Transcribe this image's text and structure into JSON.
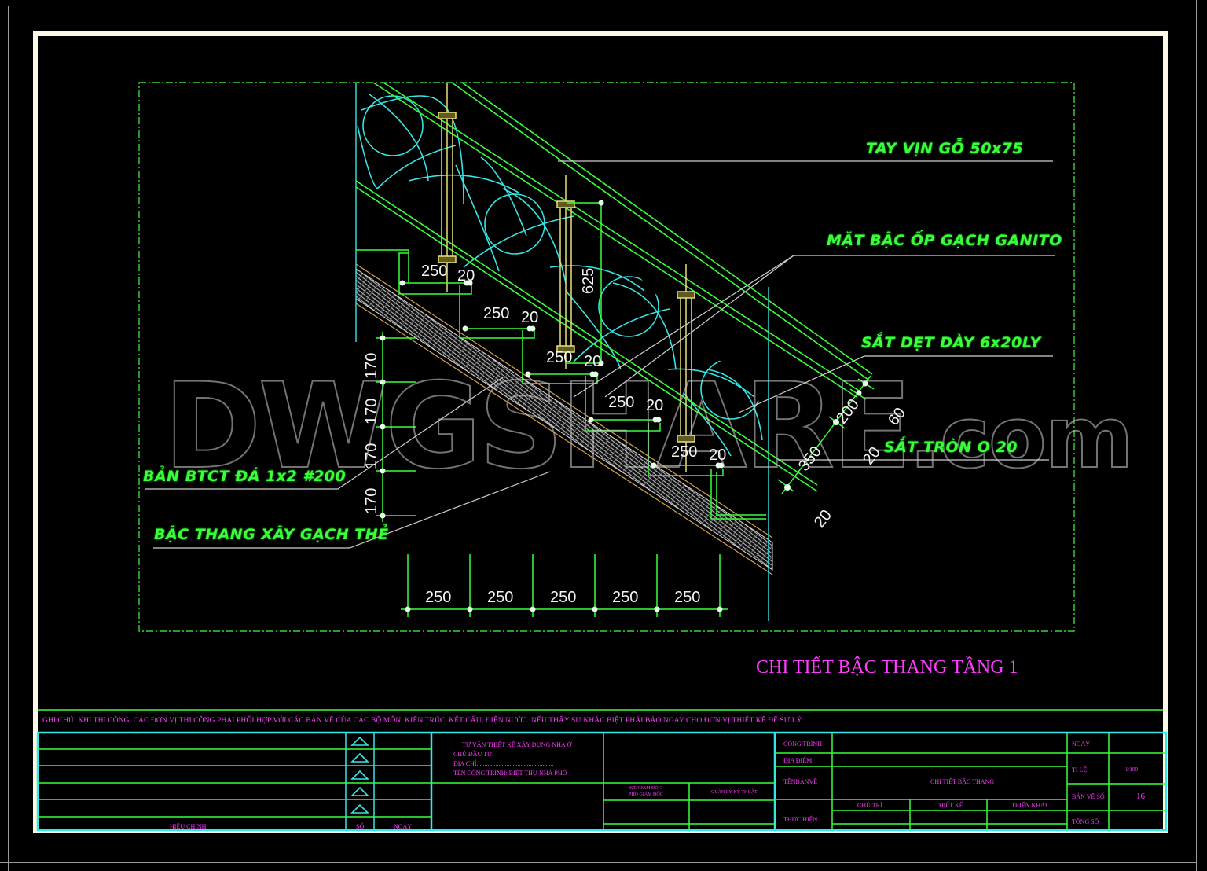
{
  "drawing": {
    "title": "CHI TIẾT BẬC THANG TẦNG 1",
    "watermark_main": "DWGSHARE",
    "watermark_suffix": ".com",
    "colors": {
      "background": "#000000",
      "frame": "#fdf8e6",
      "label_green": "#39ff3a",
      "magenta_text": "#ff3cff",
      "cyan_lines": "#35e6e6",
      "yellow_posts": "#e8e07a",
      "dimension_white": "#f4f4f4"
    },
    "labels": [
      {
        "id": "handrail",
        "text": "TAY VỊN GỖ 50x75"
      },
      {
        "id": "tread-finish",
        "text": "MẶT BẬC ỐP GẠCH GANITO"
      },
      {
        "id": "flat-iron",
        "text": "SẮT DẸT DÀY 6x20LY"
      },
      {
        "id": "round-iron",
        "text": "SẮT TRÒN O 20"
      },
      {
        "id": "concrete-slab",
        "text": "BẢN BTCT ĐÁ 1x2 #200"
      },
      {
        "id": "brick-step",
        "text": "BẬC THANG XÂY GẠCH THẺ"
      }
    ],
    "dimensions": {
      "tread_widths": [
        "250",
        "250",
        "250",
        "250",
        "250"
      ],
      "riser_heights": [
        "170",
        "170",
        "170",
        "170"
      ],
      "step_labels": [
        {
          "tread": "250",
          "nosing": "20"
        },
        {
          "tread": "250",
          "nosing": "20"
        },
        {
          "tread": "250",
          "nosing": "20"
        },
        {
          "tread": "250",
          "nosing": "20"
        },
        {
          "tread": "250",
          "nosing": "20"
        }
      ],
      "post_height": "625",
      "rail_section": [
        "200",
        "60",
        "350",
        "20",
        "20"
      ]
    }
  },
  "notes": {
    "general": "GHI CHÚ: KHI THI CÔNG, CÁC ĐƠN VỊ THI CÔNG PHẢI PHỐI HỢP VỚI CÁC BẢN VẼ CỦA CÁC BỘ MÔN, KIẾN TRÚC, KẾT CẤU, ĐIỆN NƯỚC. NẾU THẤY SỰ KHÁC BIỆT PHẢI BÁO NGAY CHO ĐƠN VỊ THIẾT KẾ ĐỂ SỬ LÝ."
  },
  "title_block": {
    "revision": {
      "rows": 5,
      "col_revision": "HIỆU CHỈNH",
      "col_number": "SỐ",
      "col_date": "NGÀY"
    },
    "company": {
      "name": "TƯ VẤN THIẾT KẾ XÂY DỰNG NHÀ Ở",
      "owner": "CHỦ ĐẦU TƯ:",
      "address": "ĐỊA CHỈ.................................................",
      "project": "TÊN CÔNG TRÌNH: BIỆT THỰ NHÀ PHỐ"
    },
    "approvals": {
      "director_line1": "KT. GIÁM ĐỐC",
      "director_line2": "PHÓ GIÁM ĐỐC",
      "technical": "QUẢN LÝ KỸ THUẬT"
    },
    "info": {
      "project_label": "CÔNG TRÌNH",
      "location_label": "ĐỊA ĐIỂM",
      "drawing_name_label": "TÊNBẢNVẼ",
      "drawing_name_value": "CHI TIẾT BẬC THANG",
      "execution_label": "THỰC HIỆN",
      "lead_label": "CHỦ TRÌ",
      "design_label": "THIẾT KẾ",
      "develop_label": "TRIỂN KHAI",
      "date_label": "NGÀY",
      "scale_label": "TỈ LỆ",
      "scale_value": "1/100",
      "sheet_no_label": "BẢN VẼ SỐ",
      "sheet_no_value": "16",
      "total_label": "TỔNG SỐ"
    }
  }
}
